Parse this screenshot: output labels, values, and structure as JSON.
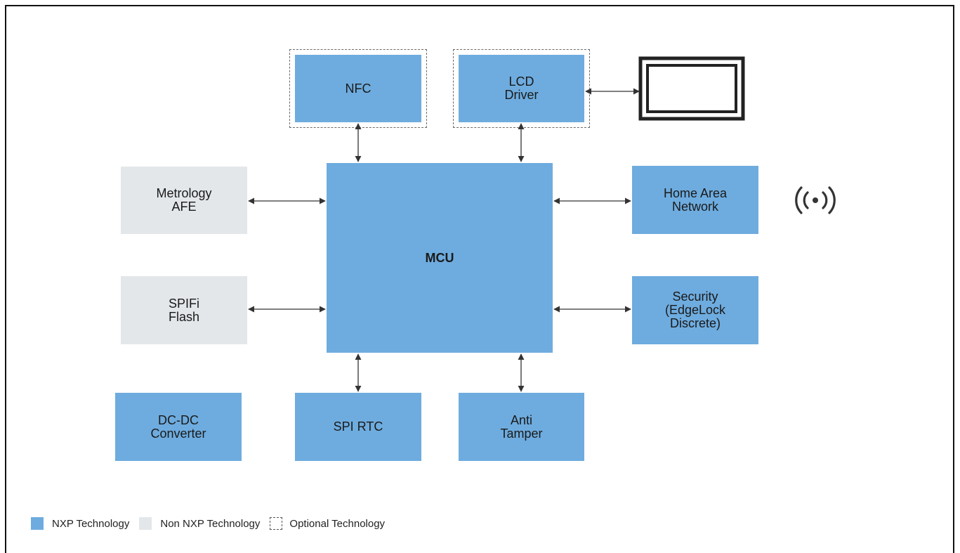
{
  "blocks": {
    "nfc": "NFC",
    "lcd_driver": "LCD\nDriver",
    "mcu": "MCU",
    "metrology_afe": "Metrology\nAFE",
    "spifi_flash": "SPIFi\nFlash",
    "home_area_network": "Home Area\nNetwork",
    "security": "Security\n(EdgeLock\nDiscrete)",
    "dc_dc_converter": "DC-DC\nConverter",
    "spi_rtc": "SPI RTC",
    "anti_tamper": "Anti\nTamper"
  },
  "legend": {
    "nxp": "NXP Technology",
    "non_nxp": "Non NXP Technology",
    "optional": "Optional Technology"
  },
  "icons": [
    "display-icon",
    "wireless-icon"
  ],
  "colors": {
    "nxp": "#6eacdf",
    "non_nxp": "#e3e7ea",
    "line": "#333333"
  }
}
